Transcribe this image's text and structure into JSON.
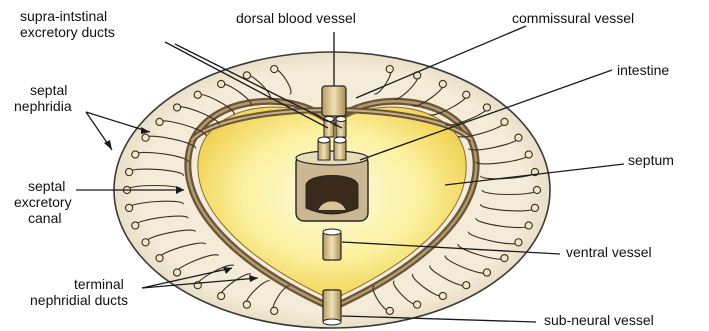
{
  "diagram": {
    "labels": {
      "supra_intestinal_line1": "supra-intstinal",
      "supra_intestinal_line2": "excretory ducts",
      "dorsal_blood_vessel": "dorsal blood vessel",
      "commissural_vessel": "commissural vessel",
      "intestine": "intestine",
      "septal_nephridia_line1": "septal",
      "septal_nephridia_line2": "nephridia",
      "septal_excretory_line1": "septal",
      "septal_excretory_line2": "excretory",
      "septal_excretory_line3": "canal",
      "septum": "septum",
      "ventral_vessel": "ventral vessel",
      "terminal_line1": "terminal",
      "terminal_line2": "nephridial ducts",
      "sub_neural_vessel": "sub-neural vessel"
    },
    "colors": {
      "septum_fill": "#fbf3a8",
      "septum_glow": "#f5e070",
      "body_wall": "#e6d9c2",
      "canal": "#6a5538",
      "vessel": "#d9c8a0",
      "line": "#1a1a1a"
    }
  }
}
